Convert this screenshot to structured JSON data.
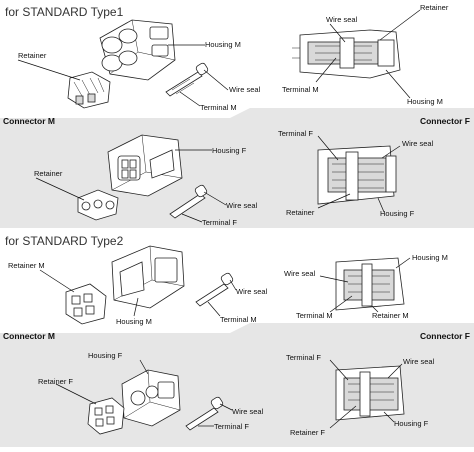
{
  "sections": [
    {
      "title": "for STANDARD Type1",
      "connector_m": {
        "heading": "Connector M",
        "labels": {
          "housing_m": "Housing M",
          "retainer": "Retainer",
          "wire_seal": "Wire seal",
          "terminal_m": "Terminal M"
        }
      },
      "connector_m_section": {
        "labels": {
          "wire_seal": "Wire seal",
          "retainer": "Retainer",
          "terminal_m": "Terminal M",
          "housing_m": "Housing M"
        }
      },
      "connector_f": {
        "heading": "Connector F",
        "labels": {
          "retainer": "Retainer",
          "housing_f": "Housing F",
          "wire_seal": "Wire seal",
          "terminal_f": "Terminal F"
        }
      },
      "connector_f_section": {
        "labels": {
          "terminal_f": "Terminal F",
          "wire_seal": "Wire seal",
          "retainer": "Retainer",
          "housing_f": "Housing F"
        }
      }
    },
    {
      "title": "for STANDARD Type2",
      "connector_m": {
        "heading": "Connector M",
        "labels": {
          "retainer_m": "Retainer M",
          "wire_seal": "Wire seal",
          "housing_m": "Housing M",
          "terminal_m": "Terminal M"
        }
      },
      "connector_m_section": {
        "labels": {
          "housing_m": "Housing M",
          "wire_seal": "Wire seal",
          "terminal_m": "Terminal M",
          "retainer_m": "Retainer M"
        }
      },
      "connector_f": {
        "heading": "Connector F",
        "labels": {
          "housing_f": "Housing F",
          "retainer_f": "Retainer F",
          "wire_seal": "Wire seal",
          "terminal_f": "Terminal F"
        }
      },
      "connector_f_section": {
        "labels": {
          "terminal_f": "Terminal F",
          "wire_seal": "Wire seal",
          "retainer_f": "Retainer F",
          "housing_f": "Housing F"
        }
      }
    }
  ],
  "colors": {
    "band": "#e6e6e6",
    "line": "#111111",
    "part_fill": "#ffffff"
  }
}
